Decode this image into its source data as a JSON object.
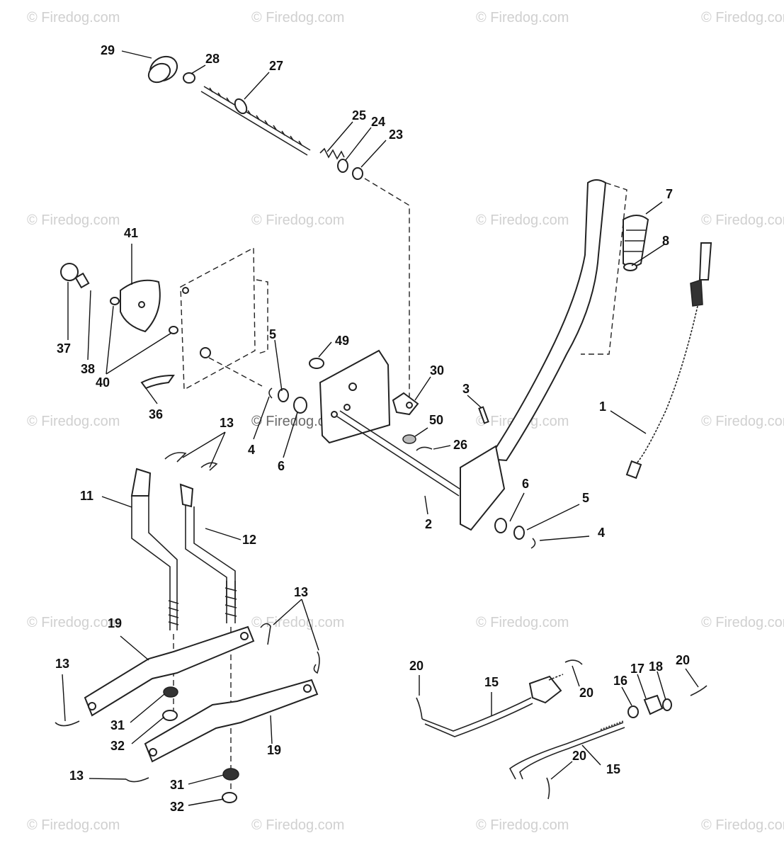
{
  "watermark": "© Firedog.com",
  "callouts": [
    {
      "id": "c29",
      "text": "29"
    },
    {
      "id": "c28",
      "text": "28"
    },
    {
      "id": "c27",
      "text": "27"
    },
    {
      "id": "c25",
      "text": "25"
    },
    {
      "id": "c24",
      "text": "24"
    },
    {
      "id": "c23",
      "text": "23"
    },
    {
      "id": "c7",
      "text": "7"
    },
    {
      "id": "c8",
      "text": "8"
    },
    {
      "id": "c41",
      "text": "41"
    },
    {
      "id": "c37",
      "text": "37"
    },
    {
      "id": "c38",
      "text": "38"
    },
    {
      "id": "c40",
      "text": "40"
    },
    {
      "id": "c36",
      "text": "36"
    },
    {
      "id": "c5a",
      "text": "5"
    },
    {
      "id": "c49",
      "text": "49"
    },
    {
      "id": "c30",
      "text": "30"
    },
    {
      "id": "c3",
      "text": "3"
    },
    {
      "id": "c1",
      "text": "1"
    },
    {
      "id": "c50",
      "text": "50"
    },
    {
      "id": "c26",
      "text": "26"
    },
    {
      "id": "c4a",
      "text": "4"
    },
    {
      "id": "c6a",
      "text": "6"
    },
    {
      "id": "c13a",
      "text": "13"
    },
    {
      "id": "c11",
      "text": "11"
    },
    {
      "id": "c12",
      "text": "12"
    },
    {
      "id": "c2",
      "text": "2"
    },
    {
      "id": "c6b",
      "text": "6"
    },
    {
      "id": "c5b",
      "text": "5"
    },
    {
      "id": "c4b",
      "text": "4"
    },
    {
      "id": "c13b",
      "text": "13"
    },
    {
      "id": "c19a",
      "text": "19"
    },
    {
      "id": "c13c",
      "text": "13"
    },
    {
      "id": "c31a",
      "text": "31"
    },
    {
      "id": "c32a",
      "text": "32"
    },
    {
      "id": "c19b",
      "text": "19"
    },
    {
      "id": "c13d",
      "text": "13"
    },
    {
      "id": "c31b",
      "text": "31"
    },
    {
      "id": "c32b",
      "text": "32"
    },
    {
      "id": "c20a",
      "text": "20"
    },
    {
      "id": "c15a",
      "text": "15"
    },
    {
      "id": "c20b",
      "text": "20"
    },
    {
      "id": "c16",
      "text": "16"
    },
    {
      "id": "c17",
      "text": "17"
    },
    {
      "id": "c18",
      "text": "18"
    },
    {
      "id": "c20c",
      "text": "20"
    },
    {
      "id": "c20d",
      "text": "20"
    },
    {
      "id": "c15b",
      "text": "15"
    }
  ]
}
